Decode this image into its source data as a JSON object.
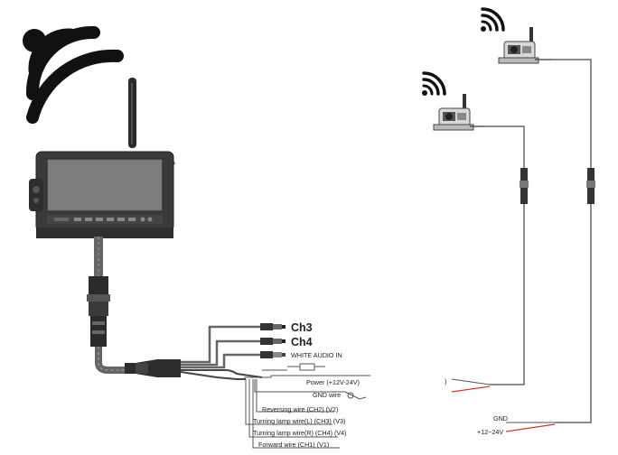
{
  "connectors": {
    "ch3": "Ch3",
    "ch4": "Ch4",
    "audio_in": "WHITE AUDIO IN"
  },
  "wires": {
    "power": "Power (+12V-24V)",
    "gnd": "GND wire",
    "reversing": "Reversing wire (CH2) (V2)",
    "turning_left": "Turning lamp wire(L) (CH3) (V3)",
    "turning_right": "Turning lamp wire(R) (CH4) (V4)",
    "forward": "Forward wire (CH1) (V1)"
  },
  "camera_power": {
    "gnd": "GND",
    "voltage": "+12~24V",
    "fragment": ")"
  },
  "colors": {
    "line": "#555555",
    "dark": "#1a1a1a",
    "red_wire": "#d03a2a",
    "monitor_body": "#3a3a3a",
    "screen": "#6e6e6e"
  }
}
